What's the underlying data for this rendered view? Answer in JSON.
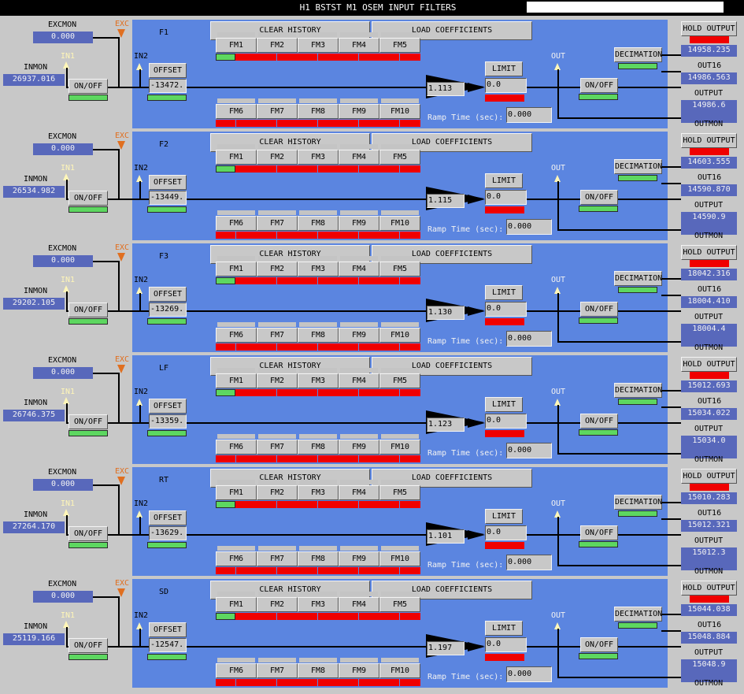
{
  "window": {
    "title": "H1 BSTST M1 OSEM INPUT FILTERS"
  },
  "labels": {
    "excmon": "EXCMON",
    "inmon": "INMON",
    "exc": "EXC",
    "in1": "IN1",
    "in2": "IN2",
    "out": "OUT",
    "out16": "OUT16",
    "output": "OUTPUT",
    "outmon": "OUTMON",
    "ramp_time": "Ramp Time (sec):"
  },
  "buttons": {
    "clear_history": "CLEAR HISTORY",
    "load_coefficients": "LOAD COEFFICIENTS",
    "offset": "OFFSET",
    "limit": "LIMIT",
    "onoff": "ON/OFF",
    "decimation": "DECIMATION",
    "hold_output": "HOLD OUTPUT",
    "fm": [
      "FM1",
      "FM2",
      "FM3",
      "FM4",
      "FM5",
      "FM6",
      "FM7",
      "FM8",
      "FM9",
      "FM10"
    ]
  },
  "colors": {
    "panel_bg": "#5b85e0",
    "readout_bg": "#5868bb",
    "led_green": "#5dd760",
    "led_red": "#f00000",
    "exc_arrow": "#e06f20",
    "in_arrow": "#fff6b8"
  },
  "filters": [
    {
      "name": "F1",
      "excmon": "0.000",
      "inmon": "26937.016",
      "offset": "-13472.",
      "gain": "1.113",
      "limit": "0.0",
      "ramp": "0.000",
      "hold_output": "14958.235",
      "out16": "14986.563",
      "output": "14986.6"
    },
    {
      "name": "F2",
      "excmon": "0.000",
      "inmon": "26534.982",
      "offset": "-13449.",
      "gain": "1.115",
      "limit": "0.0",
      "ramp": "0.000",
      "hold_output": "14603.555",
      "out16": "14590.870",
      "output": "14590.9"
    },
    {
      "name": "F3",
      "excmon": "0.000",
      "inmon": "29202.105",
      "offset": "-13269.",
      "gain": "1.130",
      "limit": "0.0",
      "ramp": "0.000",
      "hold_output": "18042.316",
      "out16": "18004.410",
      "output": "18004.4"
    },
    {
      "name": "LF",
      "excmon": "0.000",
      "inmon": "26746.375",
      "offset": "-13359.",
      "gain": "1.123",
      "limit": "0.0",
      "ramp": "0.000",
      "hold_output": "15012.693",
      "out16": "15034.022",
      "output": "15034.0"
    },
    {
      "name": "RT",
      "excmon": "0.000",
      "inmon": "27264.170",
      "offset": "-13629.",
      "gain": "1.101",
      "limit": "0.0",
      "ramp": "0.000",
      "hold_output": "15010.283",
      "out16": "15012.321",
      "output": "15012.3"
    },
    {
      "name": "SD",
      "excmon": "0.000",
      "inmon": "25119.166",
      "offset": "-12547.",
      "gain": "1.197",
      "limit": "0.0",
      "ramp": "0.000",
      "hold_output": "15044.038",
      "out16": "15048.884",
      "output": "15048.9"
    }
  ]
}
